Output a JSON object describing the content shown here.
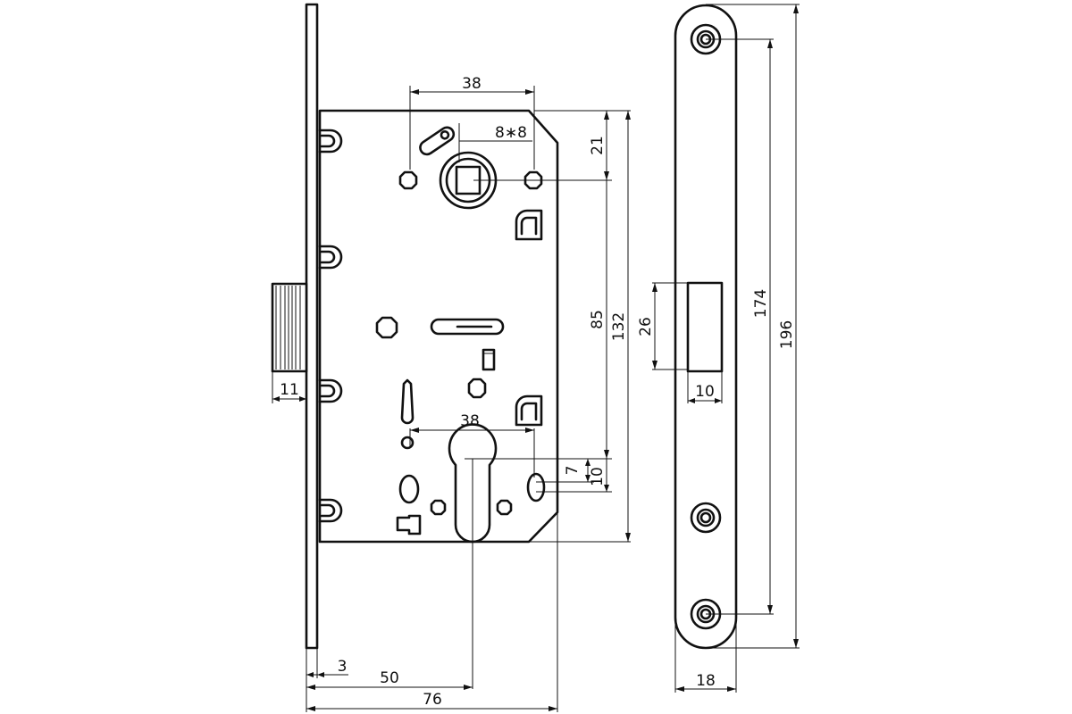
{
  "colors": {
    "line": "#111111",
    "background": "#ffffff"
  },
  "dimensions": {
    "d38_top": "38",
    "d8x8": "8∗8",
    "d21": "21",
    "d85": "85",
    "d132": "132",
    "d38_mid": "38",
    "d7": "7",
    "d10_right": "10",
    "d11": "11",
    "d3": "3",
    "d50": "50",
    "d76": "76",
    "d26": "26",
    "d10_strike": "10",
    "d174": "174",
    "d196": "196",
    "d18": "18"
  }
}
